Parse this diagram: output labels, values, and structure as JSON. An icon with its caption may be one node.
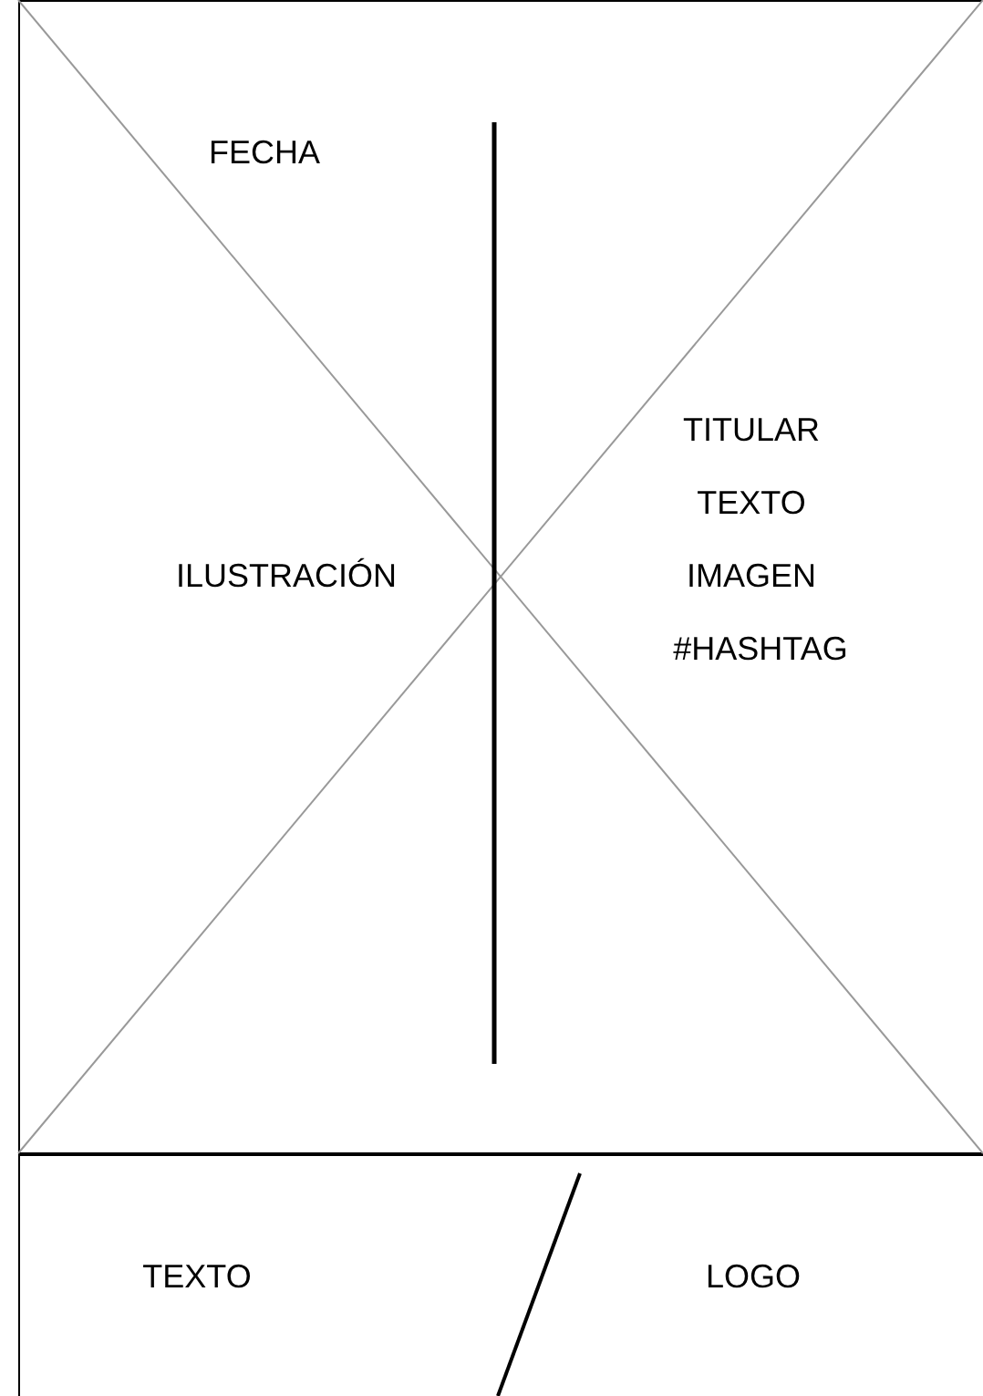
{
  "diagram": {
    "nodes": [
      {
        "text": [
          "FECHA",
          "ILUSTRACIÓN",
          "TITULAR",
          "TEXTO",
          "IMAGEN",
          "#HASHTAG"
        ]
      },
      {
        "text": [
          "TEXTO"
        ]
      },
      {
        "text": [
          "LOGO"
        ]
      }
    ]
  }
}
